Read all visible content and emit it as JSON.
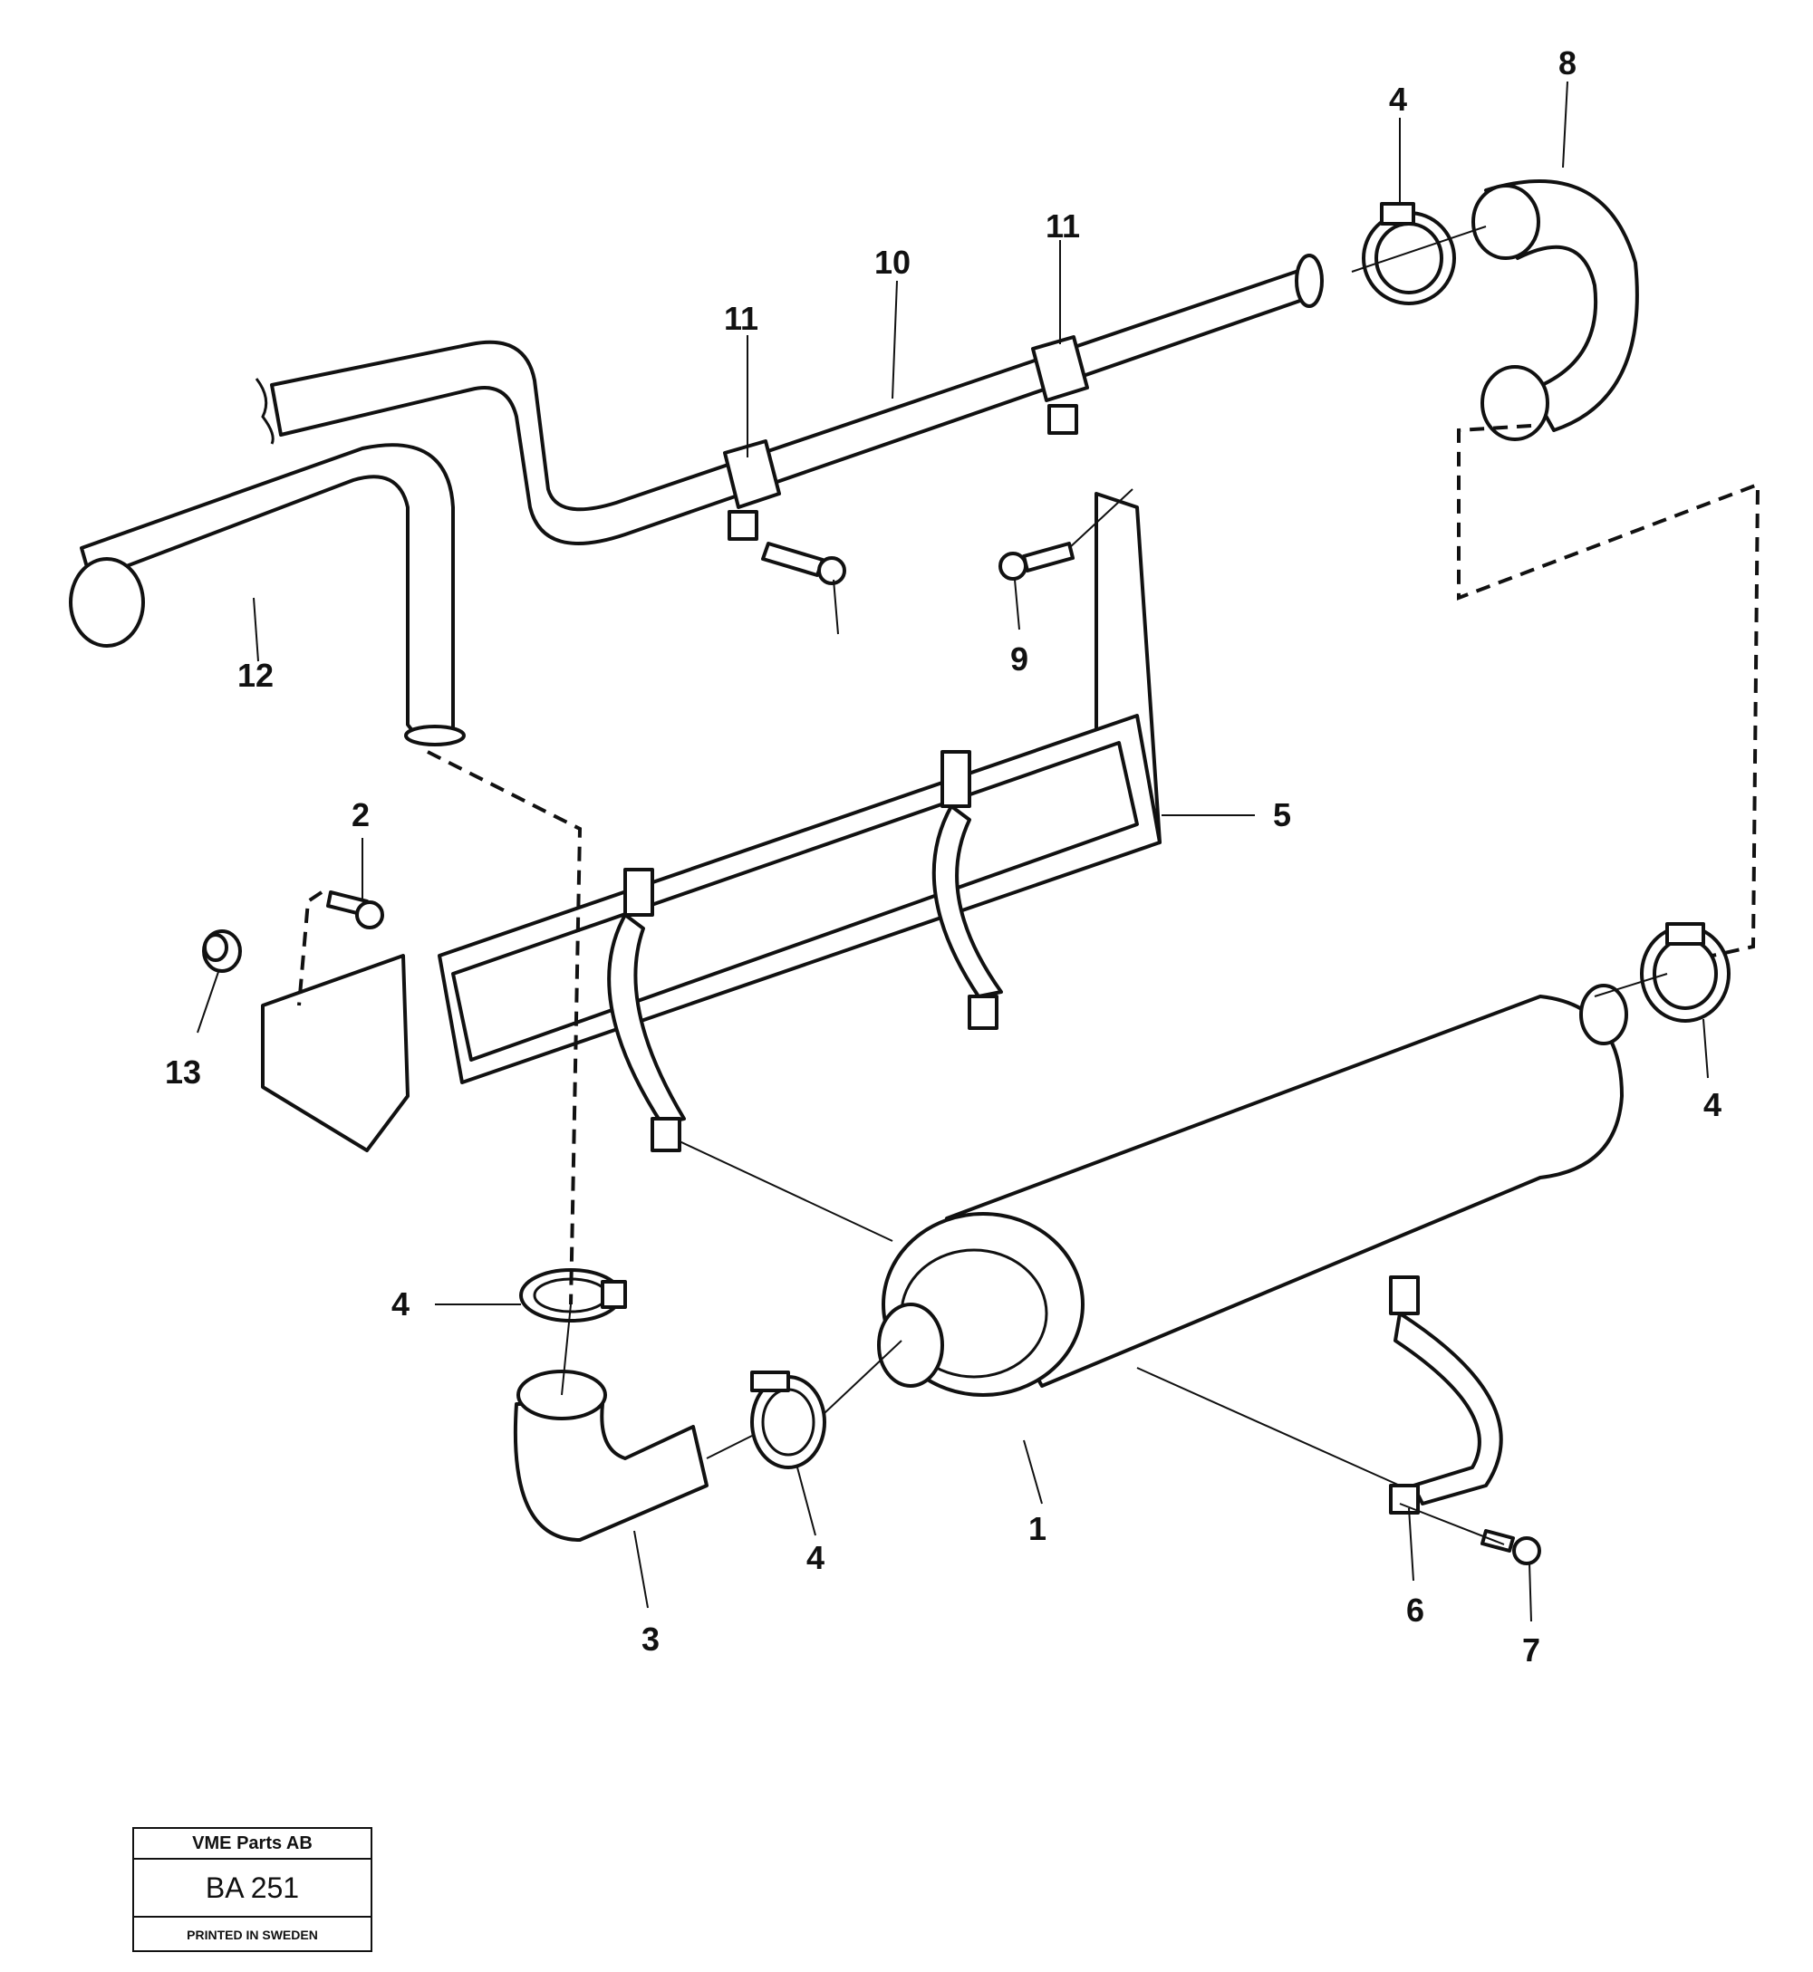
{
  "callouts": {
    "c1": "1",
    "c2": "2",
    "c3": "3",
    "c4a": "4",
    "c4b": "4",
    "c4c": "4",
    "c4d": "4",
    "c5": "5",
    "c6": "6",
    "c7": "7",
    "c8": "8",
    "c9": "9",
    "c10": "10",
    "c11a": "11",
    "c11b": "11",
    "c12": "12",
    "c13": "13"
  },
  "title_block": {
    "company": "VME Parts AB",
    "drawing_code": "BA 251",
    "printed": "PRINTED IN SWEDEN"
  }
}
